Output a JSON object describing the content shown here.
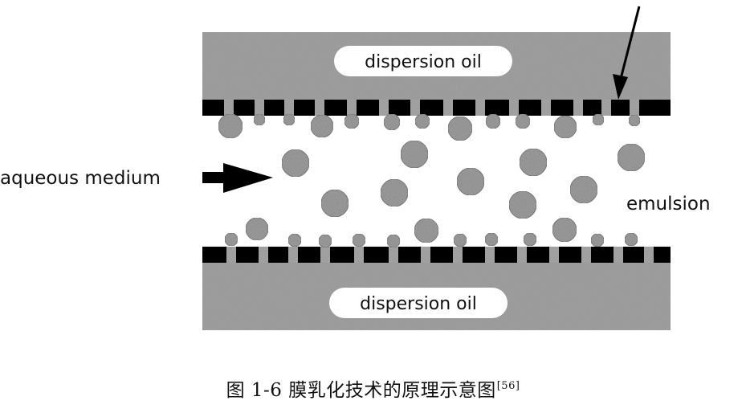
{
  "diagram": {
    "labels": {
      "top_oil": "dispersion oil",
      "bottom_oil": "dispersion oil",
      "inlet": "aqueous medium",
      "outlet": "emulsion"
    }
  },
  "caption": {
    "text": "图  1-6  膜乳化技术的原理示意图",
    "ref": "[56]"
  }
}
